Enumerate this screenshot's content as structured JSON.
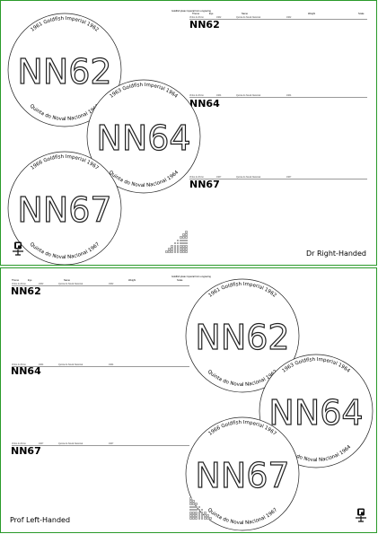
{
  "top_sheet": {
    "subtitle": "Goldfish plate Imperial form engraving",
    "columns": [
      "Theme",
      "Eye",
      "Name",
      "Weight",
      "Scale"
    ],
    "items": [
      {
        "title": "NN62",
        "seal_text": "NN62",
        "ring_top": "1961  Goldfish Imperial  1962",
        "ring_bottom": "Quinta do Noval Nacional  1962",
        "entries": [
          "Vinho do Porto",
          "1962",
          "Quinta do Noval Nacional",
          "1962"
        ]
      },
      {
        "title": "NN64",
        "seal_text": "NN64",
        "ring_top": "1963  Goldfish Imperial  1964",
        "ring_bottom": "Quinta do Noval Nacional  1964",
        "entries": [
          "Vinho do Porto",
          "1964",
          "Quinta do Noval Nacional",
          "1964"
        ]
      },
      {
        "title": "NN67",
        "seal_text": "NN67",
        "ring_top": "1966  Goldfish Imperial  1967",
        "ring_bottom": "Quinta do Noval Nacional  1967",
        "entries": [
          "Vinho do Porto",
          "1967",
          "Quinta do Noval Nacional",
          "1967"
        ]
      }
    ],
    "footer_label": "Dr Right-Handed"
  },
  "bottom_sheet": {
    "subtitle": "Goldfish plate Imperial form engraving",
    "columns": [
      "Theme",
      "Eye",
      "Name",
      "Weight",
      "Scale"
    ],
    "items": [
      {
        "title": "NN62",
        "seal_text": "NN62",
        "ring_top": "1961  Goldfish Imperial  1962",
        "ring_bottom": "Quinta do Noval Nacional  1962",
        "entries": [
          "Vinho do Porto",
          "1962",
          "Quinta do Noval Nacional",
          "1962"
        ]
      },
      {
        "title": "NN64",
        "seal_text": "NN64",
        "ring_top": "1963  Goldfish Imperial  1964",
        "ring_bottom": "Quinta do Noval Nacional  1964",
        "entries": [
          "Vinho do Porto",
          "1964",
          "Quinta do Noval Nacional",
          "1964"
        ]
      },
      {
        "title": "NN67",
        "seal_text": "NN67",
        "ring_top": "1966  Goldfish Imperial  1967",
        "ring_bottom": "Quinta do Noval Nacional  1967",
        "entries": [
          "Vinho do Porto",
          "1967",
          "Quinta do Noval Nacional",
          "1967"
        ]
      }
    ],
    "footer_label": "Prof Left-Handed"
  },
  "colors": {
    "border": "#2a9a2a",
    "seal_stroke": "#222222"
  },
  "icons": [
    "tool-stand-icon"
  ]
}
